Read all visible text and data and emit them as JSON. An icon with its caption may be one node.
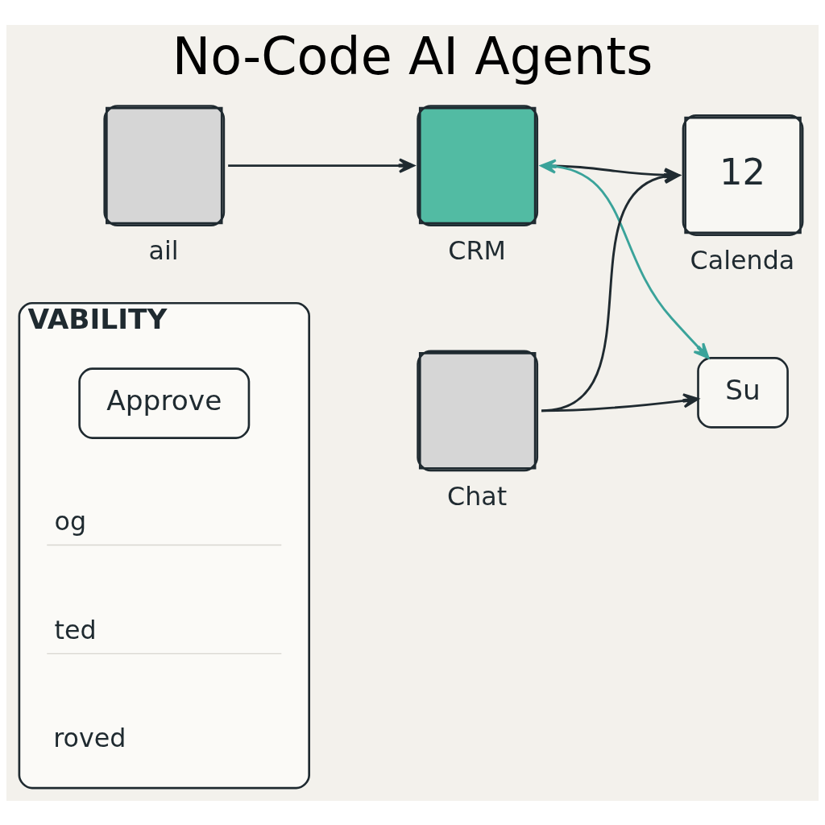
{
  "diagram": {
    "title": "No-Code AI Agents",
    "nodes": [
      {
        "text": [],
        "shape": "box",
        "beside": [
          "ail"
        ]
      },
      {
        "text": [],
        "shape": "box",
        "beside": [
          "CRM"
        ]
      },
      {
        "text": [
          "12"
        ],
        "beside": [
          "Calenda"
        ]
      },
      {
        "text": [
          "VABILITY"
        ]
      },
      {
        "text": [
          "Approve"
        ],
        "in": 3
      },
      {
        "text": [],
        "shape": "box",
        "beside": [
          "Chat"
        ]
      },
      {
        "text": [
          "Su"
        ]
      }
    ],
    "edges": [
      {
        "from": 0,
        "to": 1,
        "arrow": "to"
      },
      {
        "from": 1,
        "to": 2,
        "arrow": "to"
      },
      {
        "from": 5,
        "to": 2,
        "arrow": "to"
      },
      {
        "from": 5,
        "to": 6,
        "arrow": "to"
      },
      {
        "from": 1,
        "to": 6,
        "arrow": "both",
        "color": "#3aa39a"
      }
    ],
    "labels": [
      "og",
      "ted",
      "roved"
    ]
  }
}
